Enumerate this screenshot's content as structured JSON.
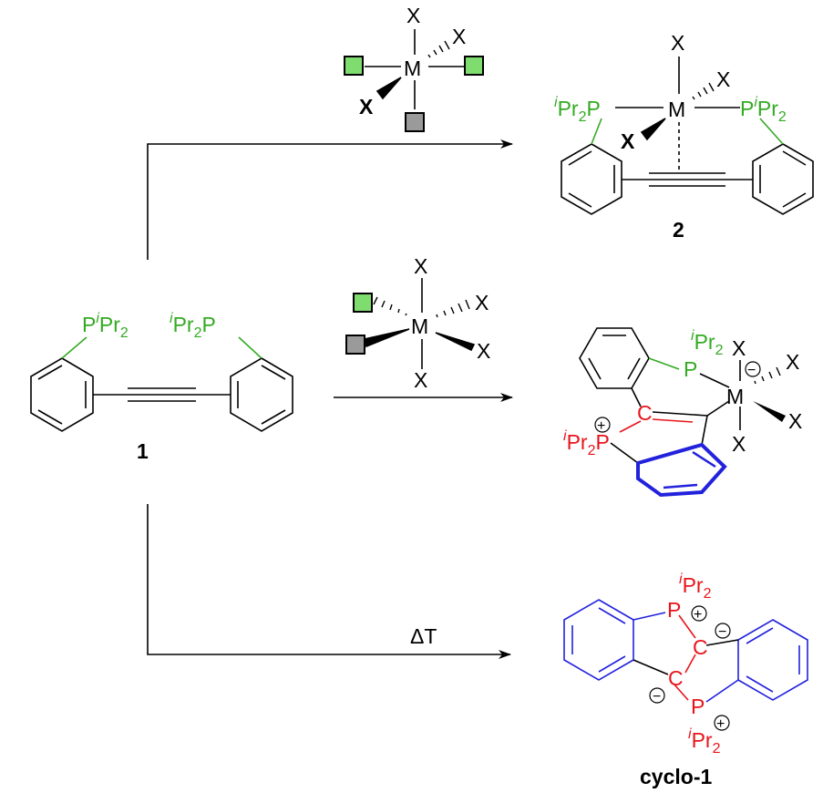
{
  "colors": {
    "black": "#000000",
    "green": "#33aa22",
    "red": "#e8151b",
    "blue": "#2222dd",
    "box_green": "#7fdc6f",
    "box_grey": "#9a9a9a"
  },
  "atoms": {
    "X": "X",
    "M": "M",
    "P": "P",
    "C": "C",
    "i": "i",
    "Pr": "Pr",
    "two": "2",
    "minus": "−",
    "plus": "+"
  },
  "labels": {
    "compound_1": "1",
    "compound_2": "2",
    "compound_cyclo": "cyclo-1",
    "heat": "ΔT"
  }
}
